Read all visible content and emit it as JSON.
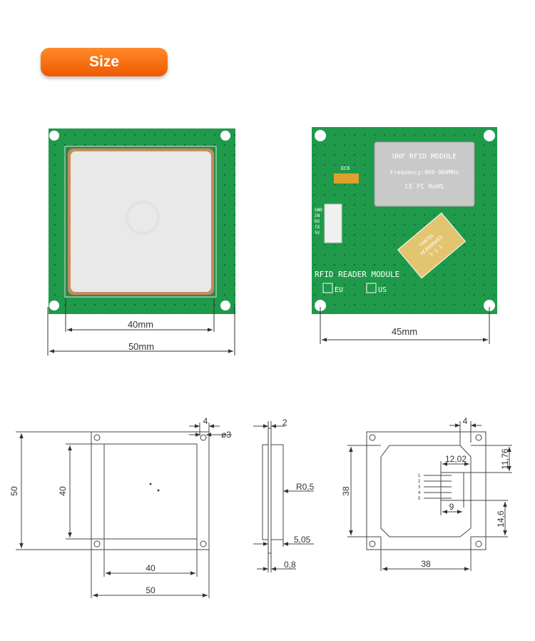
{
  "header": {
    "size_label": "Size"
  },
  "front_photo": {
    "width_inner": "40mm",
    "width_outer": "50mm"
  },
  "back_photo": {
    "width": "45mm",
    "module_title": "UHF RFID MODULE",
    "module_frequency": "Frequency:860-960MHz",
    "module_marks": "CE FC RoHS",
    "board_label": "RFID READER MODULE",
    "region_eu": "EU",
    "region_us": "US",
    "connector_pins": [
      "GND",
      "EN",
      "RX",
      "TX",
      "5V"
    ],
    "capacitor_label": "EC6",
    "chip_text": [
      "YANTEL",
      "HC0900A03",
      "2 1 1"
    ]
  },
  "drawing_front": {
    "hole_offset": "4",
    "hole_dia": "ø3",
    "height_outer": "50",
    "height_inner": "40",
    "width_inner": "40",
    "width_outer": "50"
  },
  "drawing_side": {
    "thickness_pcb": "2",
    "radius": "R0,5",
    "thickness_total": "5,05",
    "thickness_min": "0,8"
  },
  "drawing_back": {
    "top_offset": "4",
    "conn_width": "12,02",
    "conn_top": "11,76",
    "pin_span": "9",
    "conn_bottom": "14,6",
    "height": "38",
    "width": "38",
    "pin_numbers": [
      "1",
      "2",
      "3",
      "4",
      "5"
    ]
  },
  "colors": {
    "accent": "#f26a10",
    "pcb": "#1f9a4a",
    "antenna": "#e9e9e9",
    "copper": "#c98a5a"
  }
}
